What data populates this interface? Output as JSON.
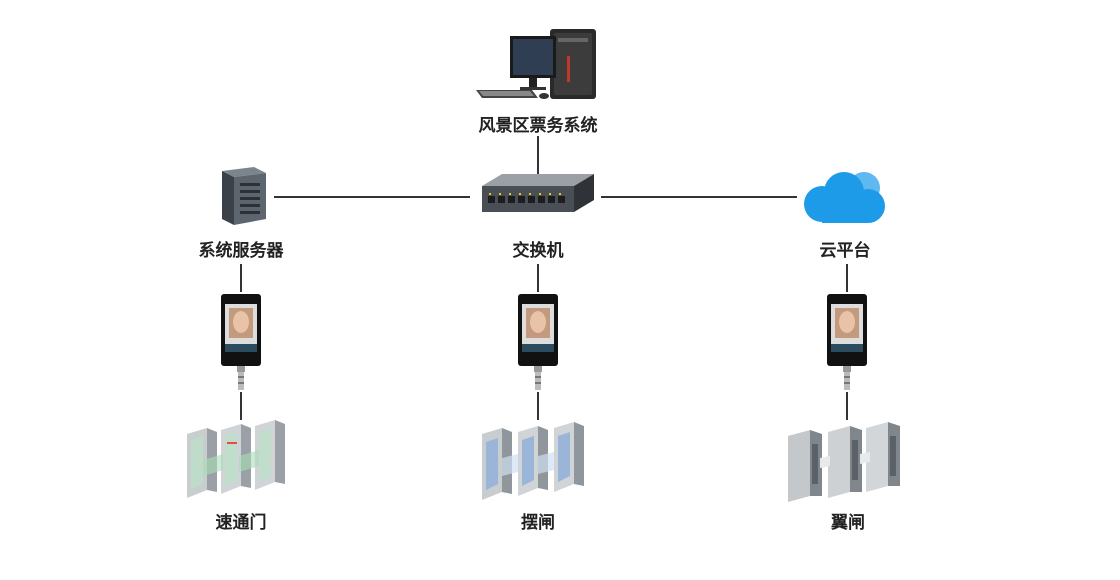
{
  "nodes": {
    "ticketing": {
      "label": "风景区票务系统",
      "icon": "desktop-computer-icon"
    },
    "server": {
      "label": "系统服务器",
      "icon": "server-tower-icon"
    },
    "switch": {
      "label": "交换机",
      "icon": "network-switch-icon"
    },
    "cloud": {
      "label": "云平台",
      "icon": "cloud-icon",
      "color": "#1e9be8"
    },
    "terminals": [
      {
        "icon": "face-recognition-terminal-icon"
      },
      {
        "icon": "face-recognition-terminal-icon"
      },
      {
        "icon": "face-recognition-terminal-icon"
      }
    ],
    "gates": [
      {
        "label": "速通门",
        "icon": "speed-gate-icon"
      },
      {
        "label": "摆闸",
        "icon": "swing-gate-icon"
      },
      {
        "label": "翼闸",
        "icon": "flap-barrier-icon"
      }
    ]
  },
  "colors": {
    "line": "#333333",
    "label": "#222222",
    "cloud": "#1e9be8"
  }
}
